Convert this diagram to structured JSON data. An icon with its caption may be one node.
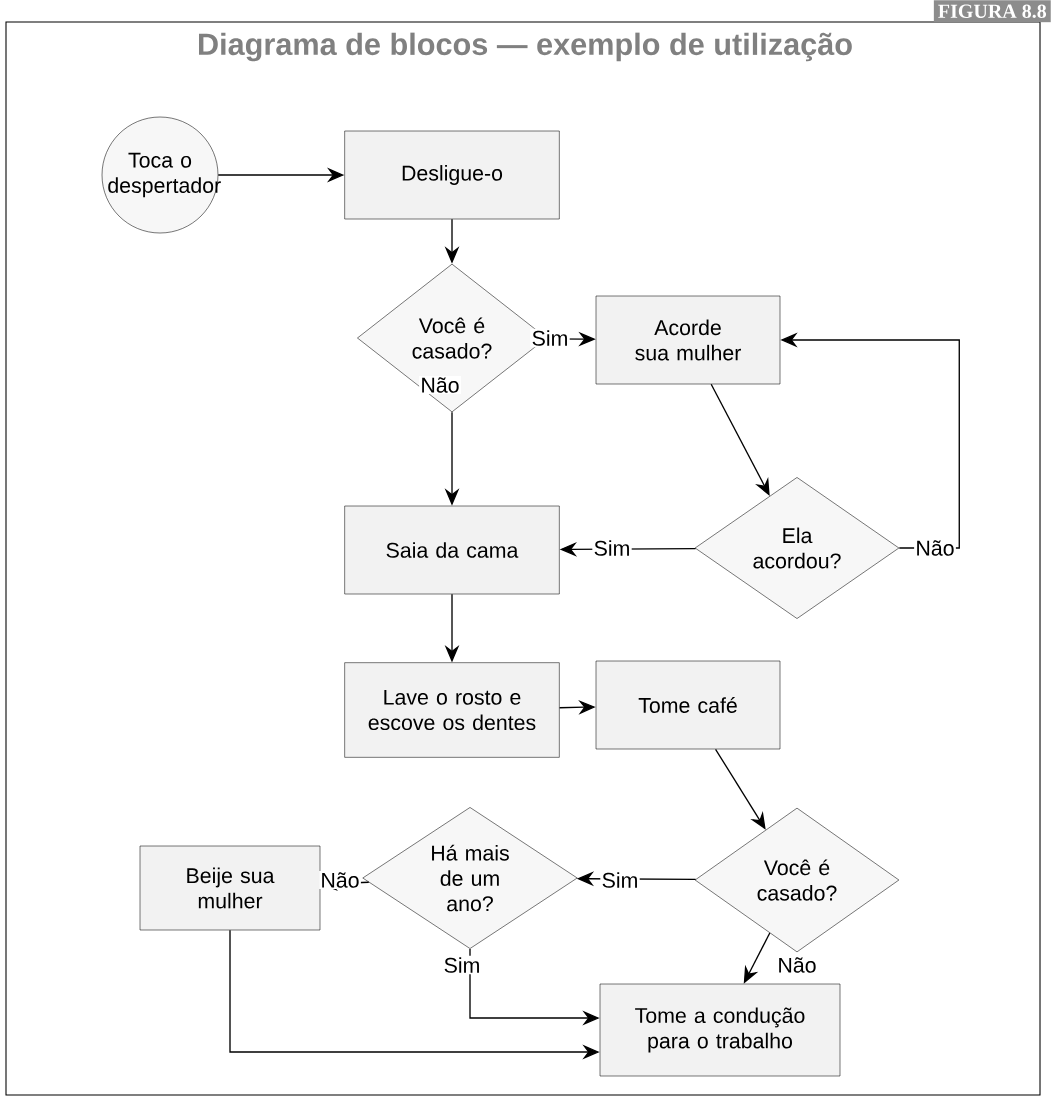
{
  "diagram": {
    "title": "Diagrama de blocos — exemplo de utilização",
    "nodes": [
      {
        "text": [
          "Toca o despertador"
        ]
      },
      {
        "text": [
          "Desligue-o"
        ]
      },
      {
        "text": [
          "Você é casado?"
        ]
      },
      {
        "text": [
          "Acorde sua mulher"
        ]
      },
      {
        "text": [
          "Ela acordou?"
        ]
      },
      {
        "text": [
          "Saia da cama"
        ]
      },
      {
        "text": [
          "Lave o rosto e escove os dentes"
        ]
      },
      {
        "text": [
          "Tome café"
        ]
      },
      {
        "text": [
          "Você é casado?"
        ]
      },
      {
        "text": [
          "Há mais de um ano?"
        ]
      },
      {
        "text": [
          "Beije sua mulher"
        ]
      },
      {
        "text": [
          "Tome a condução para o trabalho"
        ]
      }
    ],
    "edges": [
      {
        "from": 0,
        "to": 1,
        "arrow": "to"
      },
      {
        "from": 1,
        "to": 2,
        "arrow": "to"
      },
      {
        "from": 2,
        "to": 3,
        "arrow": "to",
        "label": "Sim"
      },
      {
        "from": 2,
        "to": 5,
        "arrow": "to",
        "label": "Não"
      },
      {
        "from": 3,
        "to": 4,
        "arrow": "to"
      },
      {
        "from": 4,
        "to": 5,
        "arrow": "to",
        "label": "Sim"
      },
      {
        "from": 4,
        "to": 3,
        "arrow": "to",
        "label": "Não"
      },
      {
        "from": 5,
        "to": 6,
        "arrow": "to"
      },
      {
        "from": 6,
        "to": 7,
        "arrow": "to"
      },
      {
        "from": 7,
        "to": 8,
        "arrow": "to"
      },
      {
        "from": 8,
        "to": 9,
        "arrow": "to",
        "label": "Sim"
      },
      {
        "from": 8,
        "to": 11,
        "arrow": "to",
        "label": "Não"
      },
      {
        "from": 9,
        "to": 10,
        "arrow": "to",
        "label": "Não"
      },
      {
        "from": 9,
        "to": 11,
        "arrow": "to",
        "label": "Sim"
      },
      {
        "from": 10,
        "to": 11,
        "arrow": "to"
      }
    ],
    "labels": [
      "FIGURA 8.8"
    ]
  }
}
